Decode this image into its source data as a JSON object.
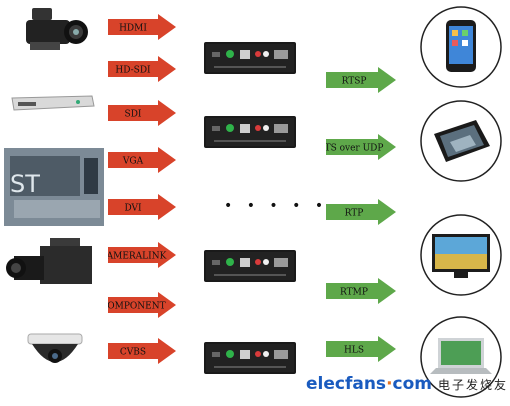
{
  "left_arrows": [
    {
      "label": "HDMI"
    },
    {
      "label": "HD-SDI"
    },
    {
      "label": "SDI"
    },
    {
      "label": "VGA"
    },
    {
      "label": "DVI"
    },
    {
      "label": "CAMERALINK"
    },
    {
      "label": "COMPONENT"
    },
    {
      "label": "CVBS"
    }
  ],
  "right_arrows": [
    {
      "label": "RTSP"
    },
    {
      "label": "TS over UDP"
    },
    {
      "label": "RTP"
    },
    {
      "label": "RTMP"
    },
    {
      "label": "HLS"
    }
  ],
  "ellipsis": "• • • • •",
  "watermark": {
    "brand_left": "elecfans",
    "brand_dot": "·",
    "brand_right": "com",
    "chinese": "电子发烧友"
  },
  "colors": {
    "left_arrow": "#d8432a",
    "right_arrow": "#5ea84a",
    "encoder_box": "#1a1a1a"
  }
}
